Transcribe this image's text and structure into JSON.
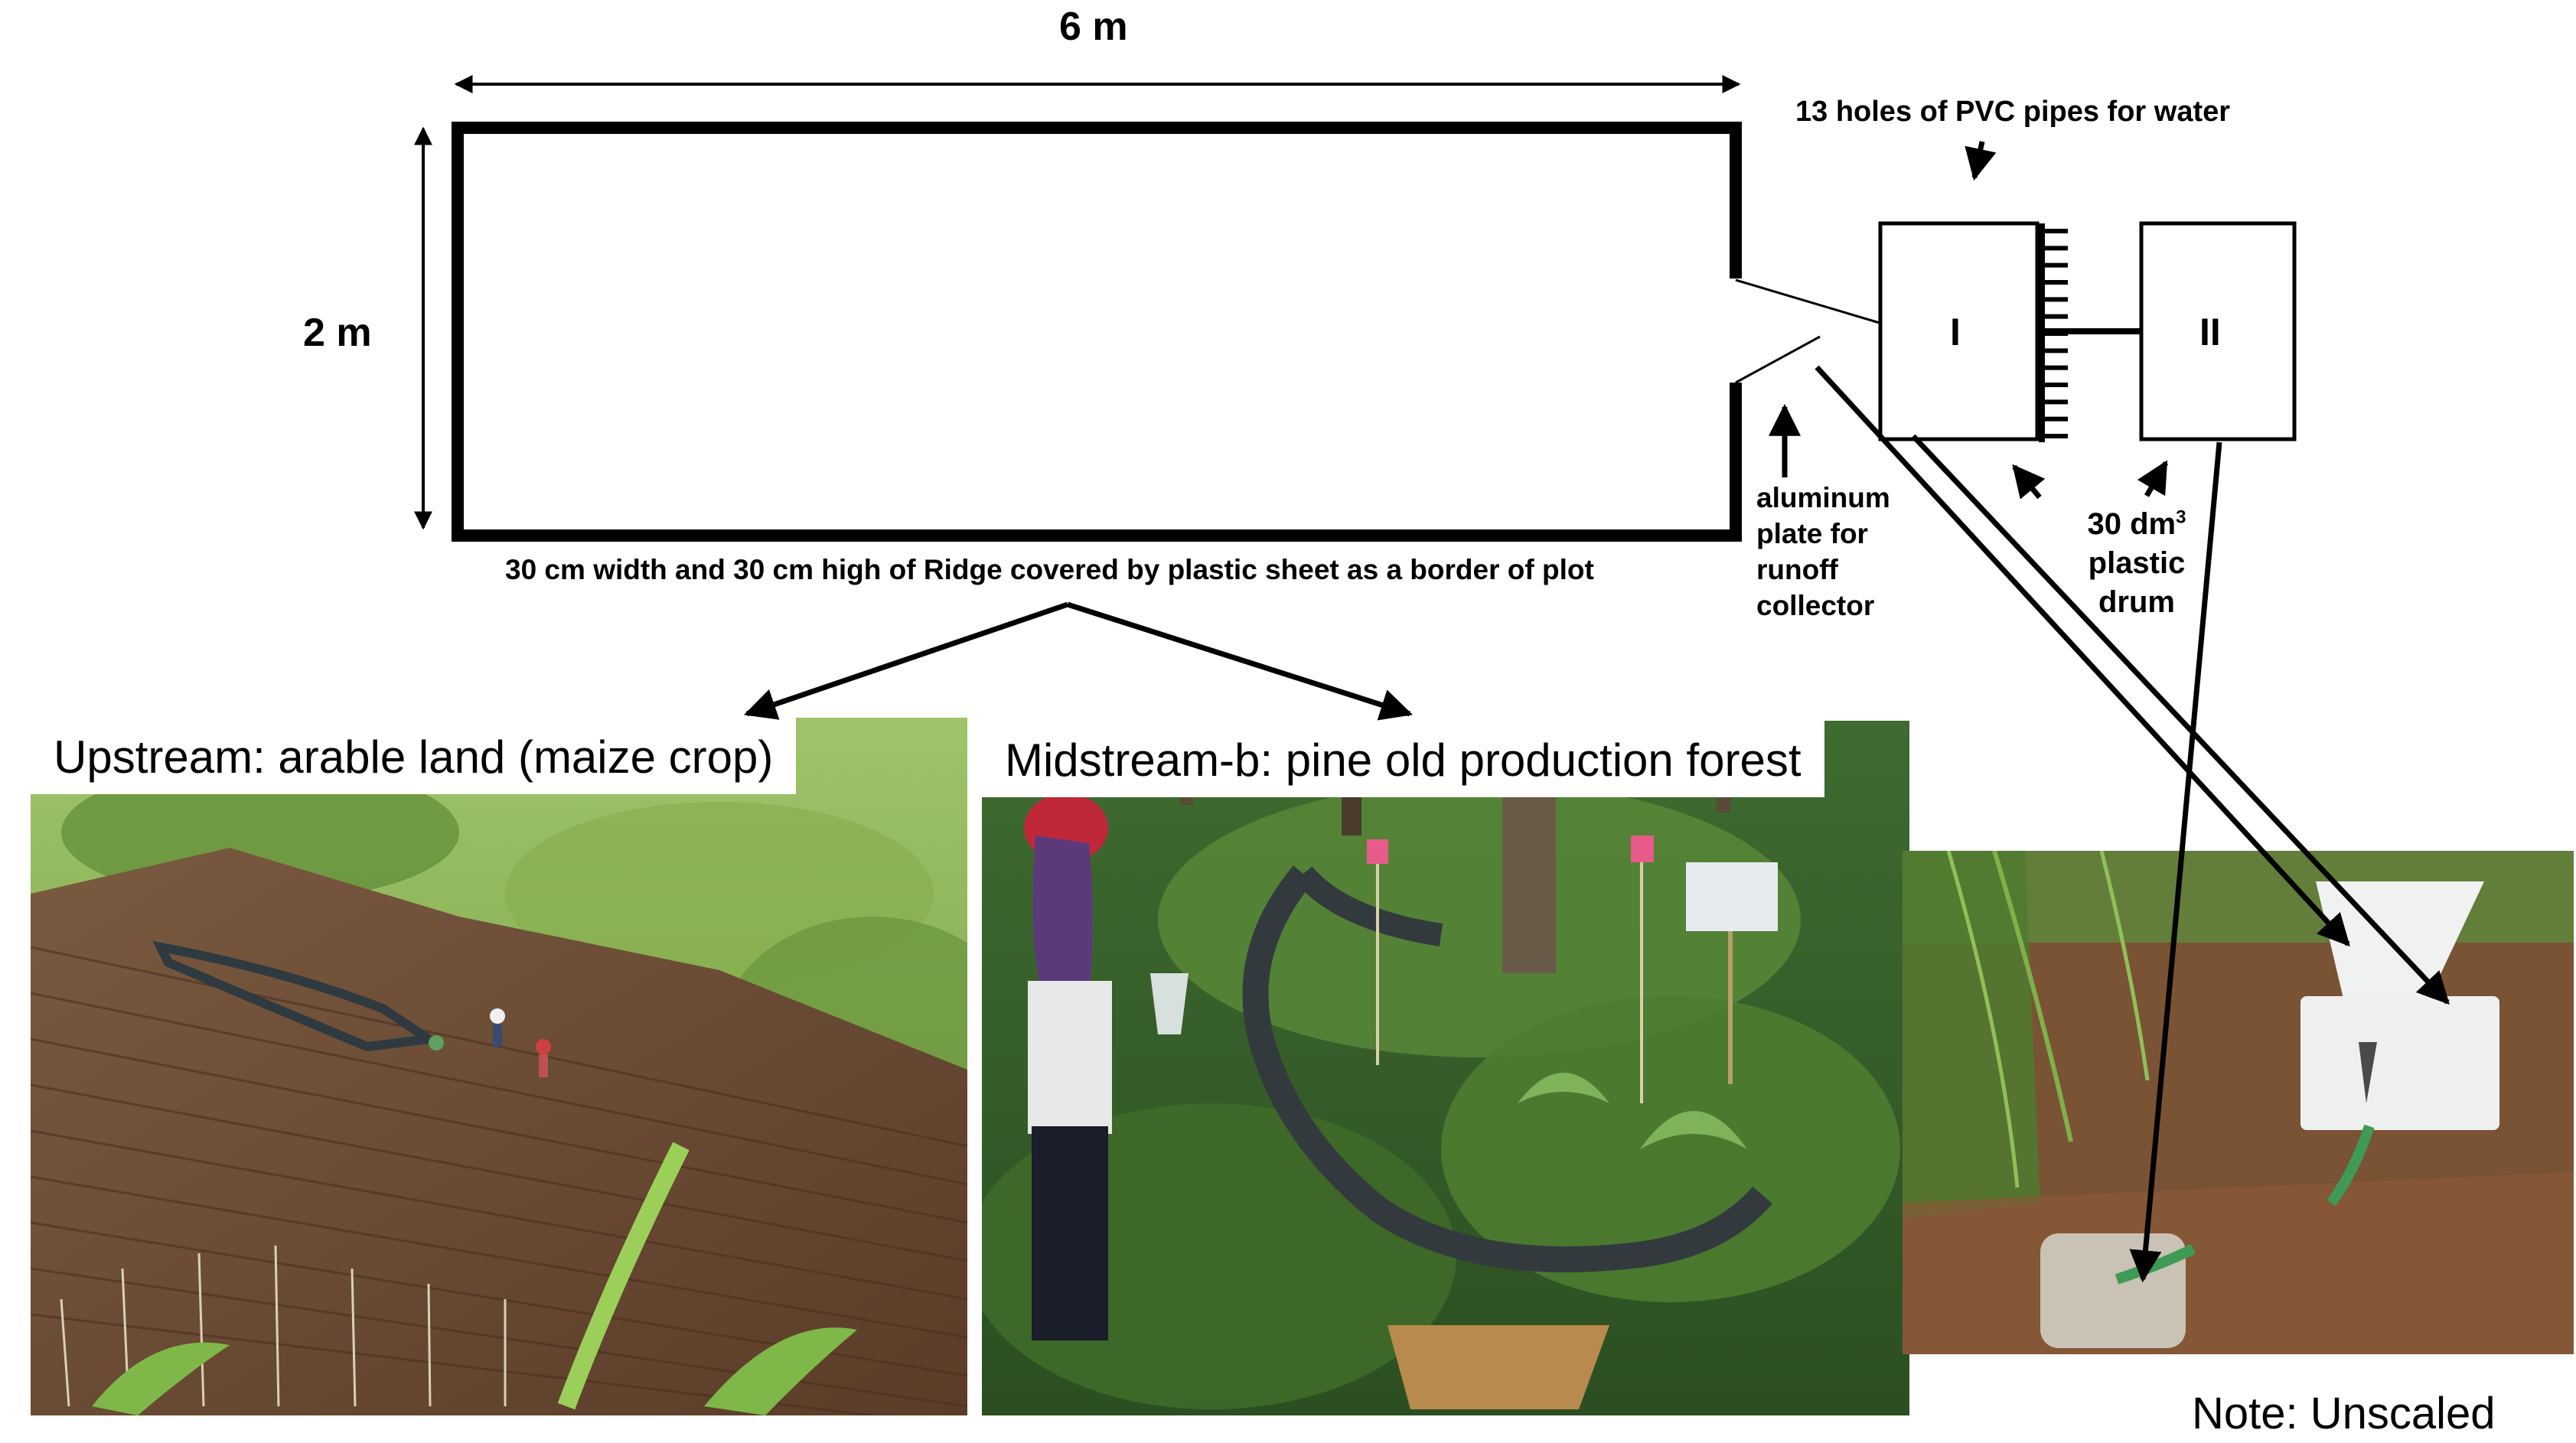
{
  "diagram": {
    "dim_width": "6 m",
    "dim_height": "2 m",
    "pvc_label": "13 holes of PVC pipes for water",
    "drum_one": "I",
    "drum_two": "II",
    "ridge_label": "30 cm width and 30 cm high of  Ridge covered by plastic sheet as a border of plot",
    "aluminum_label": "aluminum plate for runoff collector",
    "drum_label_prefix": "30 dm",
    "drum_label_sup": "3",
    "drum_label_rest": "plastic drum"
  },
  "photos": {
    "upstream_caption": "Upstream: arable land (maize crop)",
    "midstream_caption": "Midstream-b: pine old production forest"
  },
  "note": "Note: Unscaled"
}
